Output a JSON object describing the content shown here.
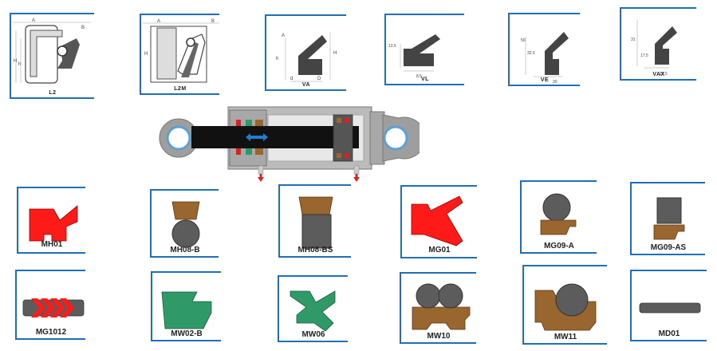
{
  "profiles_top": [
    {
      "label": "L2"
    },
    {
      "label": "L2M"
    },
    {
      "label": "VA"
    },
    {
      "label": "VL"
    },
    {
      "label": "VE"
    },
    {
      "label": "VAX"
    }
  ],
  "profiles_row1": [
    {
      "label": "MH01"
    },
    {
      "label": "MH08-B"
    },
    {
      "label": "MH08-BS"
    },
    {
      "label": "MG01"
    },
    {
      "label": "MG09-A"
    },
    {
      "label": "MG09-AS"
    }
  ],
  "profiles_row2": [
    {
      "label": "MG1012"
    },
    {
      "label": "MW02-B"
    },
    {
      "label": "MW06"
    },
    {
      "label": "MW10"
    },
    {
      "label": "MW11"
    },
    {
      "label": "MD01"
    }
  ],
  "dims": {
    "a": "A",
    "b": "B",
    "h_cap": "H",
    "h": "h",
    "d": "d",
    "D": "D",
    "vl_h": "12.5",
    "vl_w": "8.5",
    "ve_h1": "50",
    "ve_h2": "32.5",
    "ve_w": "30",
    "vax_h1": "31",
    "vax_h2": "17.5",
    "vax_w": "17.5"
  },
  "colors": {
    "frame": "#1f6fb8",
    "red": "#ff1a1a",
    "brown": "#9a6630",
    "gray": "#5c5c5c",
    "green": "#2f9a68",
    "rod": "#111111",
    "arrow": "#1e7fcf"
  }
}
